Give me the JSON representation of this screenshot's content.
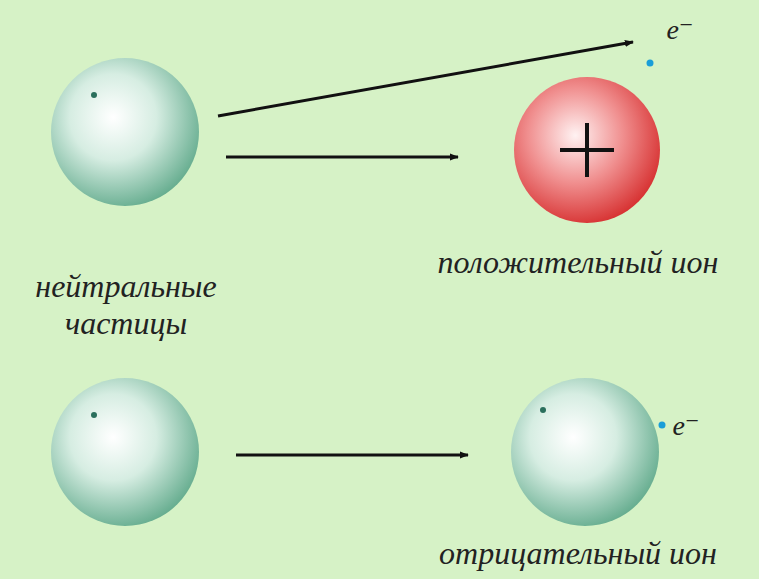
{
  "diagram": {
    "labels": [
      "e⁻",
      "положительный ион",
      "нейтральные частицы",
      "e⁻",
      "отрицательный ион"
    ]
  }
}
